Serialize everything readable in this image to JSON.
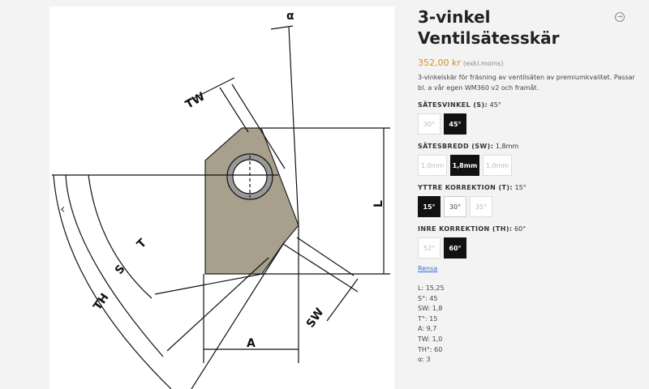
{
  "gallery": {
    "prev_icon": "chevron-left-icon",
    "diagram_labels": {
      "alpha": "α",
      "tw": "TW",
      "l": "L",
      "t": "T",
      "s": "S",
      "th": "TH",
      "sw": "SW",
      "a": "A"
    },
    "colors": {
      "body": "#a89f8d",
      "line": "#111111"
    }
  },
  "product": {
    "title_line1": "3-vinkel",
    "title_line2": "Ventilsätesskär",
    "share_icon": "share-icon",
    "price": "352,00 kr",
    "vat_note": "(exkl.moms)",
    "description": "3-vinkelskär för fräsning av ventilsäten av premiumkvalitet. Passar bl. a vår egen WM360 v2 och framåt.",
    "options": [
      {
        "name": "SÄTESVINKEL (S):",
        "selected": "45°",
        "values": [
          "30°",
          "45°"
        ]
      },
      {
        "name": "SÄTESBREDD (SW):",
        "selected": "1,8mm",
        "values": [
          "1,0mm",
          "1,8mm",
          "1,0mm"
        ]
      },
      {
        "name": "YTTRE KORREKTION (T):",
        "selected": "15°",
        "values": [
          "15°",
          "30°",
          "35°"
        ]
      },
      {
        "name": "INRE KORREKTION (TH):",
        "selected": "60°",
        "values": [
          "52°",
          "60°"
        ]
      }
    ],
    "reset_label": "Rensa",
    "specs": [
      "L: 15,25",
      "S°: 45",
      "SW: 1,8",
      "T°: 15",
      "A: 9,7",
      "TW: 1,0",
      "TH°: 60",
      "α: 3"
    ],
    "accent_color": "#d98e1e"
  }
}
